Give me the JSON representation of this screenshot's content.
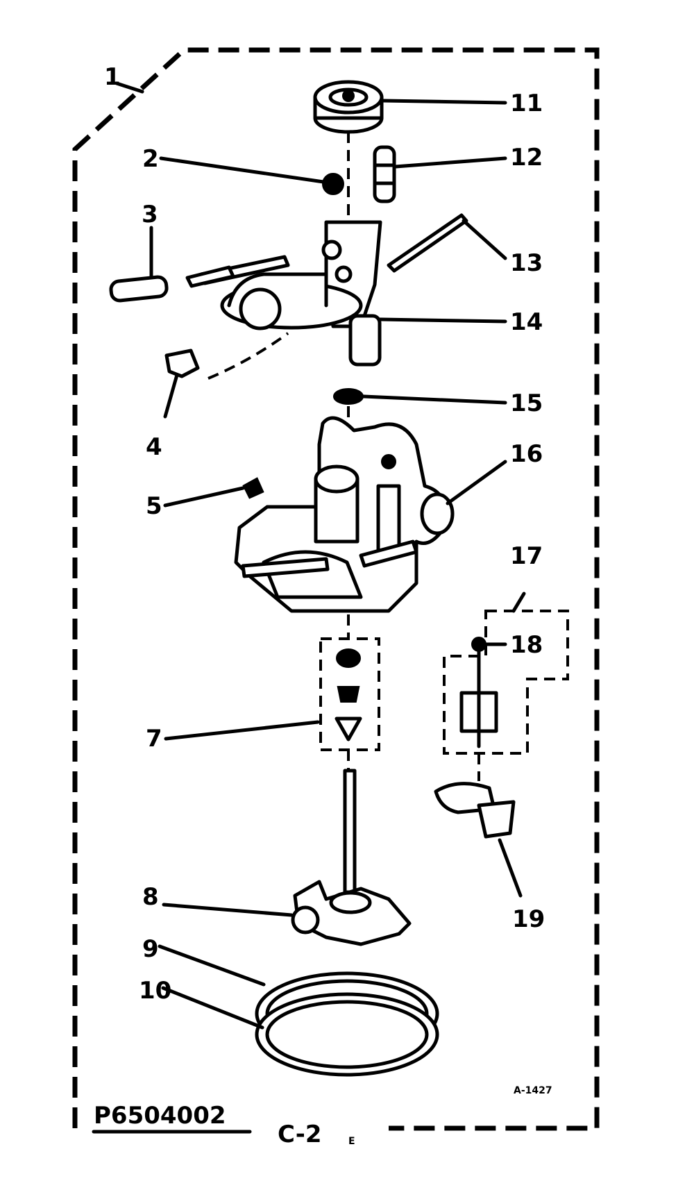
{
  "callouts": {
    "n1": "1",
    "n2": "2",
    "n3": "3",
    "n4": "4",
    "n5": "5",
    "n7": "7",
    "n8": "8",
    "n9": "9",
    "n10": "10",
    "n11": "11",
    "n12": "12",
    "n13": "13",
    "n14": "14",
    "n15": "15",
    "n16": "16",
    "n17": "17",
    "n18": "18",
    "n19": "19"
  },
  "footer": {
    "drawing_number": "P6504002",
    "page_code": "C-2",
    "page_suffix": "E",
    "plate_ref": "A-1427"
  }
}
